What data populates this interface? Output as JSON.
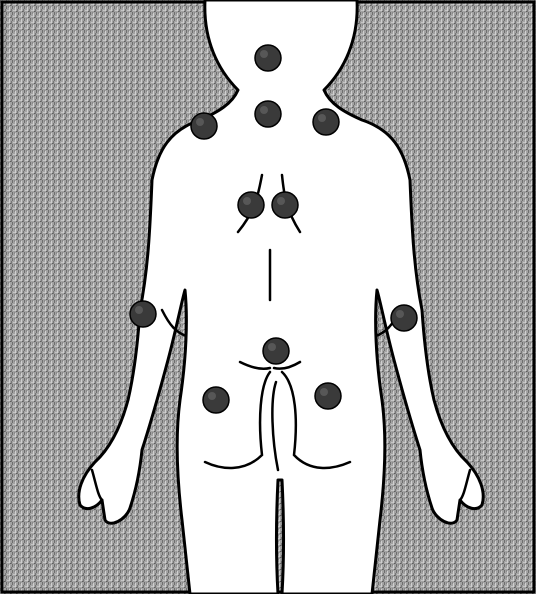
{
  "diagram": {
    "colors": {
      "background": "#9a9a9a",
      "background_light": "#c8c8c8",
      "background_dark": "#6e6e6e",
      "body_fill": "#ffffff",
      "outline": "#000000",
      "marker_fill": "#3a3a3a",
      "marker_highlight": "#6a6a6a"
    },
    "figure": "human-body-back-view",
    "markers": [
      "back-of-head",
      "lower-neck",
      "left-shoulder",
      "right-shoulder",
      "upper-back-left",
      "upper-back-right",
      "left-elbow",
      "right-elbow",
      "lower-back",
      "left-hip",
      "right-hip"
    ]
  }
}
